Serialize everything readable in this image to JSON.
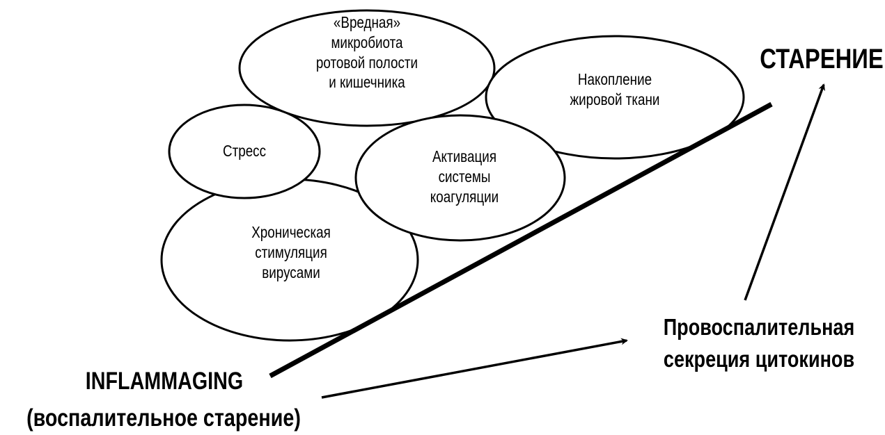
{
  "title": "СТАРЕНИЕ",
  "inflammaging": {
    "label": "INFLAMMAGING",
    "sublabel": "(воспалительное старение)"
  },
  "cytokines": {
    "lines": [
      "Провоспалительная",
      "секреция цитокинов"
    ]
  },
  "factors": [
    {
      "id": "microbiota",
      "lines": [
        "«Вредная»",
        "микробиота",
        "ротовой полости",
        "и кишечника"
      ]
    },
    {
      "id": "fat",
      "lines": [
        "Накопление",
        "жировой ткани"
      ]
    },
    {
      "id": "stress",
      "lines": [
        "Стресс"
      ]
    },
    {
      "id": "coagulation",
      "lines": [
        "Активация",
        "системы",
        "коагуляции"
      ]
    },
    {
      "id": "viruses",
      "lines": [
        "Хроническая",
        "стимуляция",
        "вирусами"
      ]
    }
  ]
}
